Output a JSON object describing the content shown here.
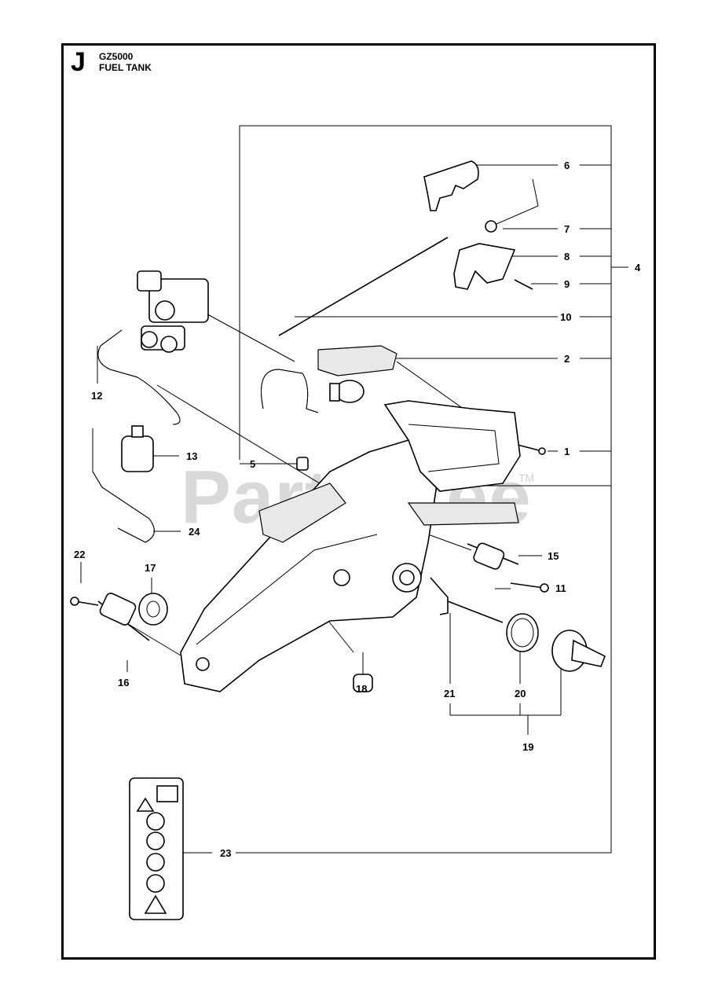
{
  "header": {
    "section_letter": "J",
    "model": "GZ5000",
    "title": "FUEL TANK"
  },
  "watermark": {
    "text": "PartsTree",
    "tm": "TM"
  },
  "callouts": {
    "c1": "1",
    "c2": "2",
    "c4": "4",
    "c5": "5",
    "c6": "6",
    "c7": "7",
    "c8": "8",
    "c9": "9",
    "c10": "10",
    "c11": "11",
    "c12": "12",
    "c13": "13",
    "c15": "15",
    "c16": "16",
    "c17": "17",
    "c18": "18",
    "c19": "19",
    "c20": "20",
    "c21": "21",
    "c22": "22",
    "c23": "23",
    "c24": "24"
  },
  "colors": {
    "line": "#000000",
    "watermark": "#d9d9d9",
    "background": "#ffffff"
  }
}
